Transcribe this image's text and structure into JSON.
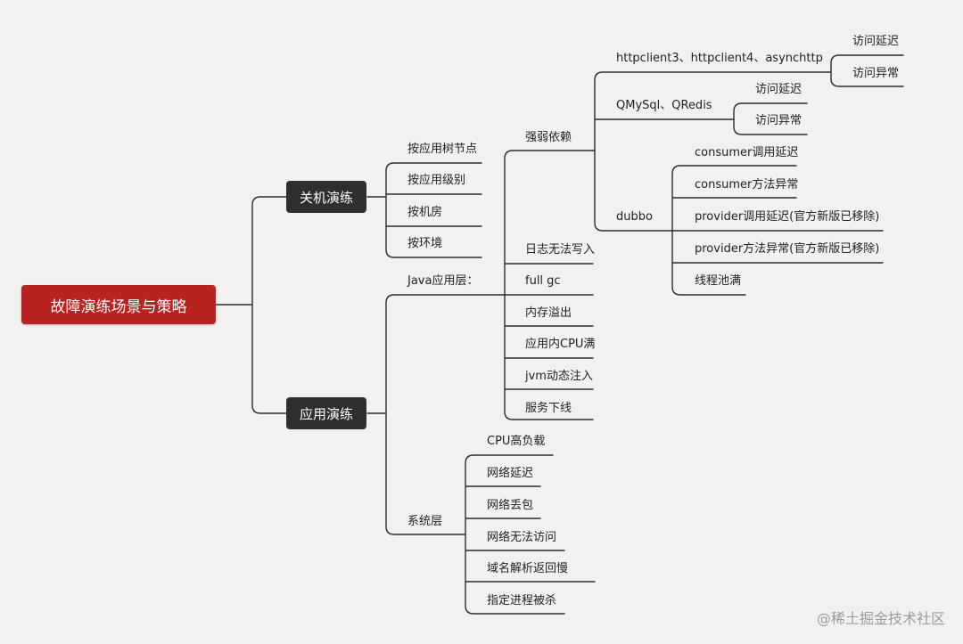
{
  "root": "故障演练场景与策略",
  "branches": {
    "shutdown": "关机演练",
    "app": "应用演练"
  },
  "shutdown_items": [
    "按应用树节点",
    "按应用级别",
    "按机房",
    "按环境"
  ],
  "app_groups": {
    "java": "Java应用层：",
    "system": "系统层"
  },
  "strong_weak": "强弱依赖",
  "java_items": [
    "日志无法写入",
    "full gc",
    "内存溢出",
    "应用内CPU满",
    "jvm动态注入",
    "服务下线"
  ],
  "dep_groups": {
    "http": "httpclient3、httpclient4、asynchttp",
    "mysql": "QMySql、QRedis",
    "dubbo": "dubbo"
  },
  "http_items": [
    "访问延迟",
    "访问异常"
  ],
  "mysql_items": [
    "访问延迟",
    "访问异常"
  ],
  "dubbo_items": [
    "consumer调用延迟",
    "consumer方法异常",
    "provider调用延迟(官方新版已移除)",
    "provider方法异常(官方新版已移除)",
    "线程池满"
  ],
  "system_items": [
    "CPU高负载",
    "网络延迟",
    "网络丢包",
    "网络无法访问",
    "域名解析返回慢",
    "指定进程被杀"
  ],
  "watermark": "@稀土掘金技术社区"
}
